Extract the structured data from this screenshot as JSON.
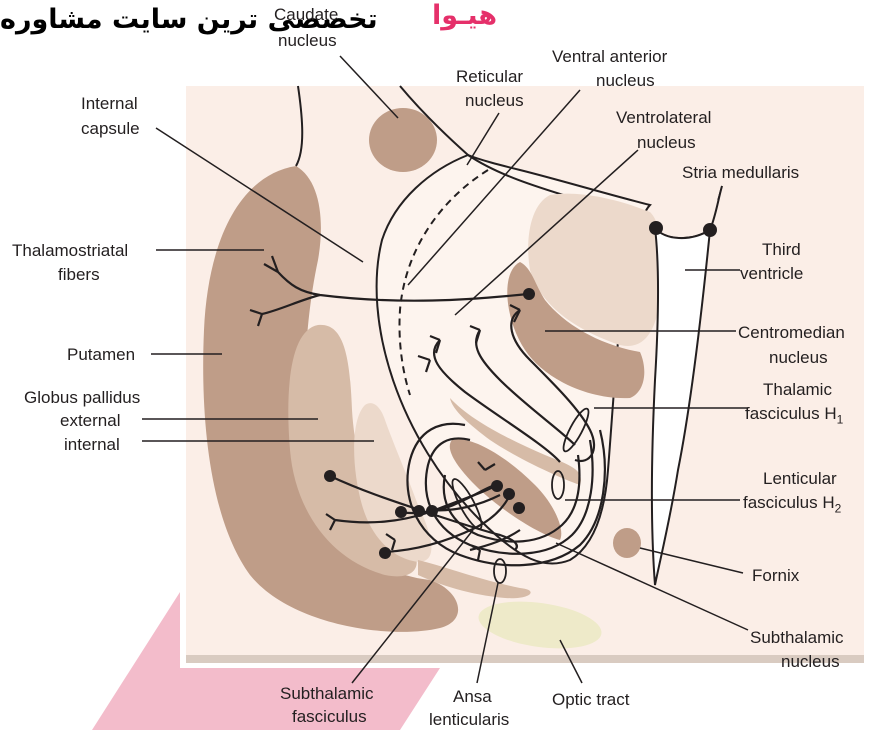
{
  "watermark": {
    "brand": "هیـوا",
    "tagline": "تخصصی ترین سایت مشاوره",
    "brand_color": "#e5306a",
    "tagline_color": "#000000",
    "shape_color": "#f3bccb"
  },
  "colors": {
    "background": "#fbeee7",
    "tissue_dark": "#bf9d88",
    "tissue_mid": "#d6bba7",
    "tissue_light": "#ecd9cb",
    "optic_tract": "#eeeac9",
    "line": "#231f20"
  },
  "labels": {
    "caudate": [
      "Caudate",
      "nucleus"
    ],
    "reticular": [
      "Reticular",
      "nucleus"
    ],
    "ventral_anterior": [
      "Ventral anterior",
      "nucleus"
    ],
    "ventrolateral": [
      "Ventrolateral",
      "nucleus"
    ],
    "stria_medullaris": "Stria medullaris",
    "third_ventricle": [
      "Third",
      "ventricle"
    ],
    "internal_capsule": [
      "Internal",
      "capsule"
    ],
    "thalamostriatal": [
      "Thalamostriatal",
      "fibers"
    ],
    "putamen": "Putamen",
    "globus_pallidus": [
      "Globus pallidus",
      "external",
      "internal"
    ],
    "centromedian": [
      "Centromedian",
      "nucleus"
    ],
    "thalamic_fasciculus": [
      "Thalamic",
      "fasciculus H",
      "1"
    ],
    "lenticular_fasciculus": [
      "Lenticular",
      "fasciculus H",
      "2"
    ],
    "fornix": "Fornix",
    "subthalamic_nucleus": [
      "Subthalamic",
      "nucleus"
    ],
    "subthalamic_fasciculus": [
      "Subthalamic",
      "fasciculus"
    ],
    "ansa_lenticularis": [
      "Ansa",
      "lenticularis"
    ],
    "optic_tract": "Optic tract"
  }
}
